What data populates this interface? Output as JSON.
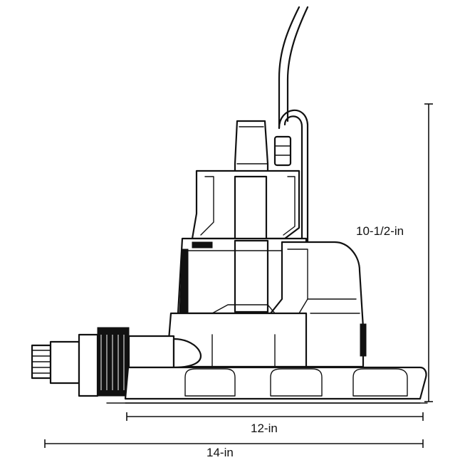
{
  "dimensions": {
    "height_label": "10-1/2-in",
    "base_width_label": "12-in",
    "overall_width_label": "14-in"
  },
  "colors": {
    "line": "#111111",
    "background": "#ffffff"
  }
}
